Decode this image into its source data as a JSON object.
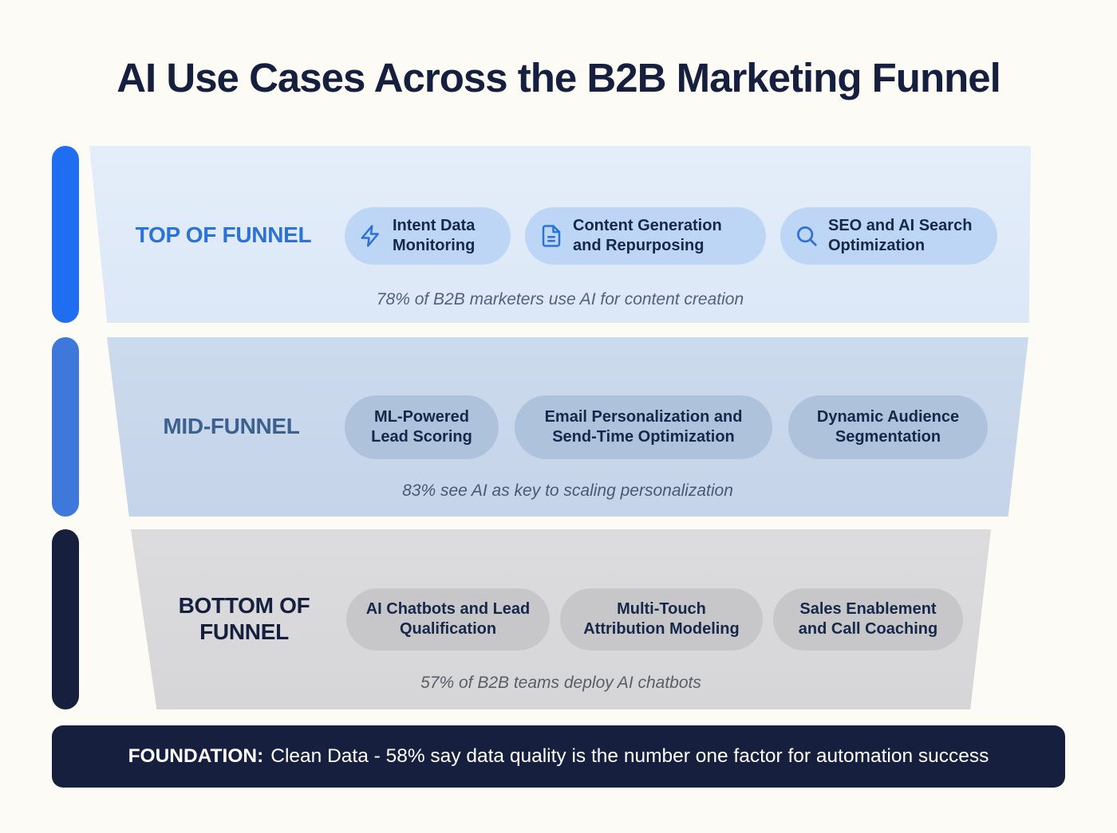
{
  "title": "AI Use Cases Across the B2B Marketing Funnel",
  "sections": [
    {
      "label": "TOP OF FUNNEL",
      "pills": [
        {
          "icon": "lightning-icon",
          "label": "Intent Data Monitoring"
        },
        {
          "icon": "document-icon",
          "label": "Content Generation and Repurposing"
        },
        {
          "icon": "search-icon",
          "label": "SEO and AI Search Optimization"
        }
      ],
      "stat": "78% of B2B marketers use AI for content creation"
    },
    {
      "label": "MID-FUNNEL",
      "pills": [
        {
          "label": "ML-Powered Lead Scoring"
        },
        {
          "label": "Email Personalization and Send-Time Optimization"
        },
        {
          "label": "Dynamic Audience Segmentation"
        }
      ],
      "stat": "83% see AI as key to scaling personalization"
    },
    {
      "label": "BOTTOM OF FUNNEL",
      "pills": [
        {
          "label": "AI Chatbots and Lead Qualification"
        },
        {
          "label": "Multi-Touch Attribution Modeling"
        },
        {
          "label": "Sales Enablement and Call Coaching"
        }
      ],
      "stat": "57% of B2B teams deploy AI chatbots"
    }
  ],
  "foundation": {
    "label": "FOUNDATION:",
    "text": "Clean Data - 58% say data quality is the number one factor for automation success"
  },
  "colors": {
    "background": "#FCFBF6",
    "title_navy": "#16203E",
    "top_accent": "#1F6EF2",
    "mid_accent": "#3E78DB",
    "bottom_accent": "#16203E",
    "top_section_bg": "#DFE9F8",
    "mid_section_bg": "#C9D7EB",
    "bottom_section_bg": "#D9D9DB",
    "top_pill_bg": "#BDD6F6",
    "mid_pill_bg": "#AEC2DB",
    "bottom_pill_bg": "#C7C7CA",
    "top_label_blue": "#2B72D9",
    "mid_label_slate": "#3D618F",
    "foundation_bg": "#16203E"
  }
}
